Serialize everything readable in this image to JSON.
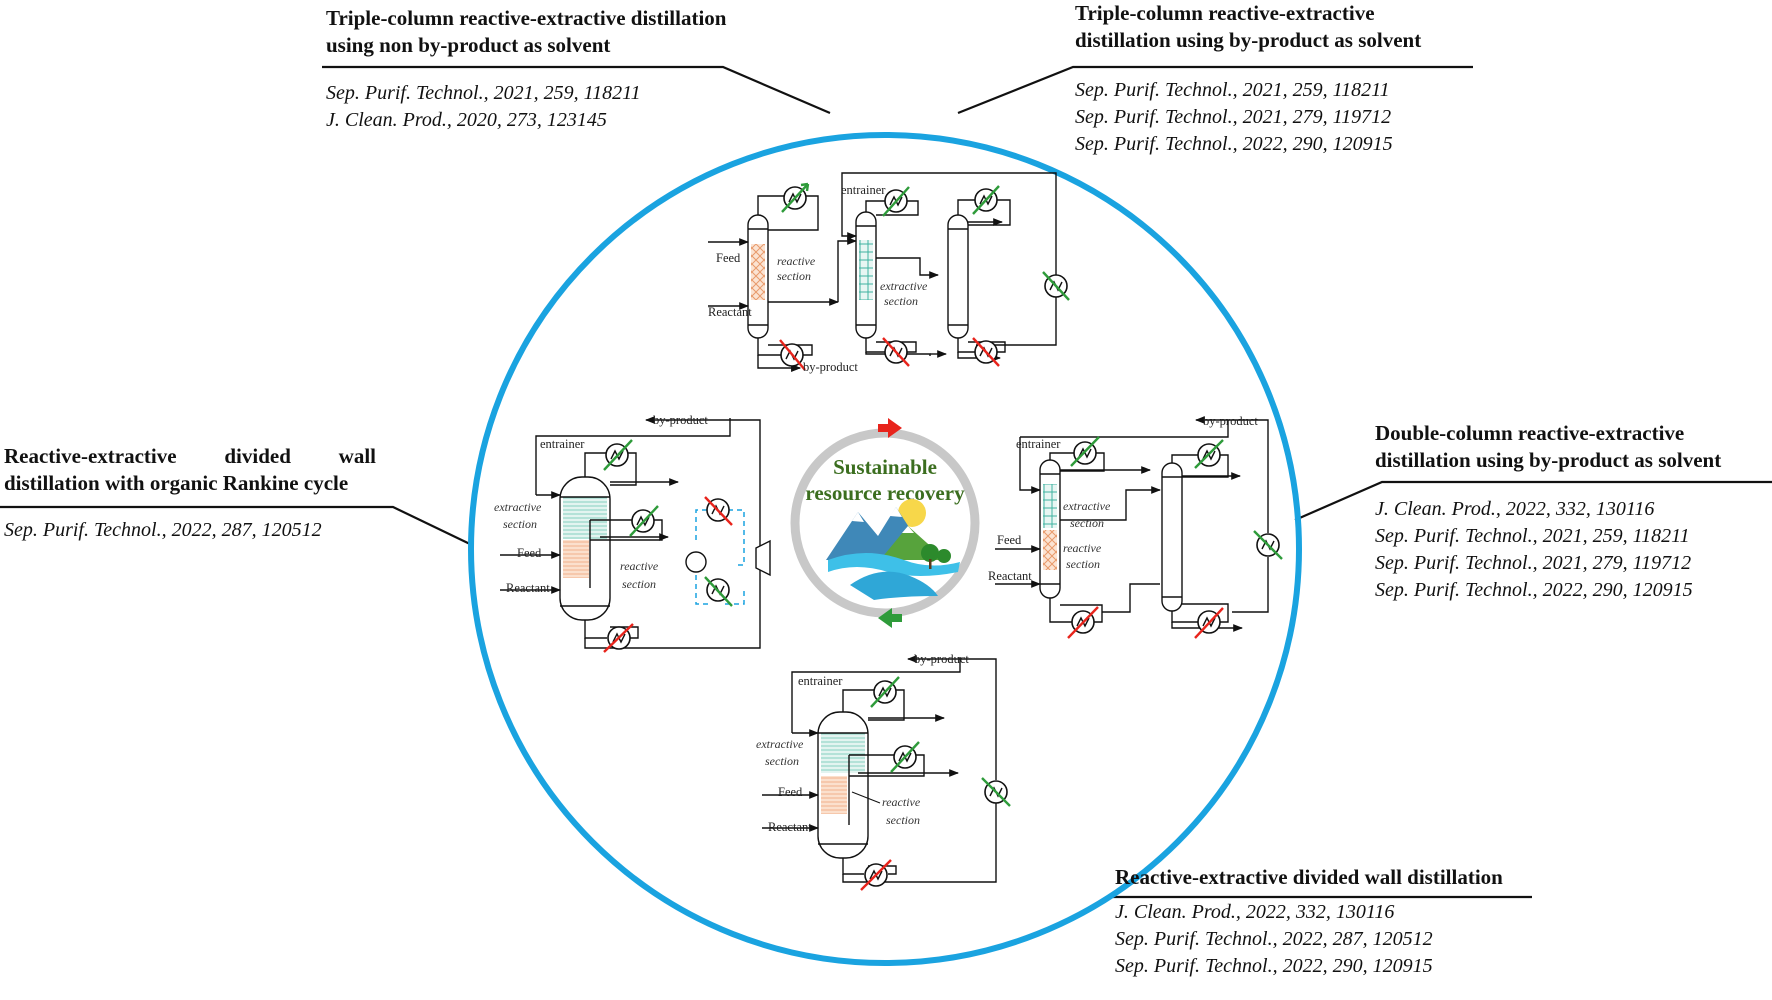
{
  "center": {
    "line1": "Sustainable",
    "line2": "resource recovery",
    "ring_color": "#c8c8c8",
    "title_color": "#3b6e1f",
    "arrow_top_color": "#e8241c",
    "arrow_bottom_color": "#2e9b3a"
  },
  "circle": {
    "color": "#1aa3e0"
  },
  "captions": {
    "top_left": {
      "title_lines": [
        "Triple-column reactive-extractive distillation",
        "using non by-product as solvent"
      ],
      "refs": [
        "Sep. Purif. Technol., 2021, 259, 118211",
        "J. Clean. Prod., 2020, 273, 123145"
      ]
    },
    "top_right": {
      "title_lines": [
        "Triple-column reactive-extractive",
        "distillation using by-product as solvent"
      ],
      "refs": [
        "Sep. Purif. Technol., 2021, 259, 118211",
        "Sep. Purif. Technol., 2021, 279, 119712",
        "Sep. Purif. Technol., 2022, 290, 120915"
      ]
    },
    "left": {
      "title_lines": [
        "Reactive-extractive divided wall",
        "distillation with organic Rankine cycle"
      ],
      "refs": [
        "Sep. Purif. Technol., 2022, 287, 120512"
      ]
    },
    "right": {
      "title_lines": [
        "Double-column reactive-extractive",
        "distillation using by-product as solvent"
      ],
      "refs": [
        "J. Clean. Prod., 2022, 332, 130116",
        "Sep. Purif. Technol., 2021, 259, 118211",
        "Sep. Purif. Technol., 2021, 279, 119712",
        "Sep. Purif. Technol., 2022, 290, 120915"
      ]
    },
    "bottom_right": {
      "title_lines": [
        "Reactive-extractive divided wall distillation"
      ],
      "refs": [
        "J. Clean. Prod., 2022, 332, 130116",
        "Sep. Purif. Technol., 2022, 287, 120512",
        "Sep. Purif. Technol., 2022, 290, 120915"
      ]
    }
  },
  "process_labels": {
    "feed": "Feed",
    "reactant": "Reactant",
    "entrainer": "entrainer",
    "by_product": "by-product",
    "reactive": "reactive",
    "extractive": "extractive",
    "section": "section"
  },
  "colors": {
    "reactive_fill": "#f6c9a8",
    "extractive_fill": "#a6dcd2",
    "hx_arrow_red": "#e8241c",
    "hx_arrow_green": "#2e9b3a",
    "orc_loop": "#1aa3e0"
  }
}
